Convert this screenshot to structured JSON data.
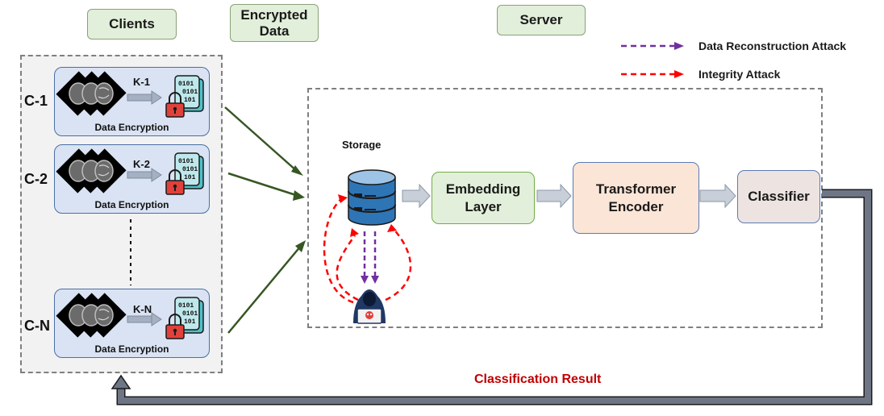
{
  "headers": {
    "clients": "Clients",
    "encrypted_data": "Encrypted Data",
    "server": "Server"
  },
  "legend": {
    "reconstruction": "Data Reconstruction Attack",
    "integrity": "Integrity Attack",
    "reconstruction_color": "#7030a0",
    "integrity_color": "#ff0000"
  },
  "clients": [
    {
      "label": "C-1",
      "key": "K-1",
      "caption": "Data Encryption"
    },
    {
      "label": "C-2",
      "key": "K-2",
      "caption": "Data Encryption"
    },
    {
      "label": "C-N",
      "key": "K-N",
      "caption": "Data Encryption"
    }
  ],
  "server": {
    "storage": "Storage",
    "embedding": "Embedding Layer",
    "transformer": "Transformer Encoder",
    "classifier": "Classifier"
  },
  "result": "Classification Result",
  "colors": {
    "green_arrow": "#375623",
    "result_text": "#c00000",
    "return_path": "#5a6272"
  }
}
